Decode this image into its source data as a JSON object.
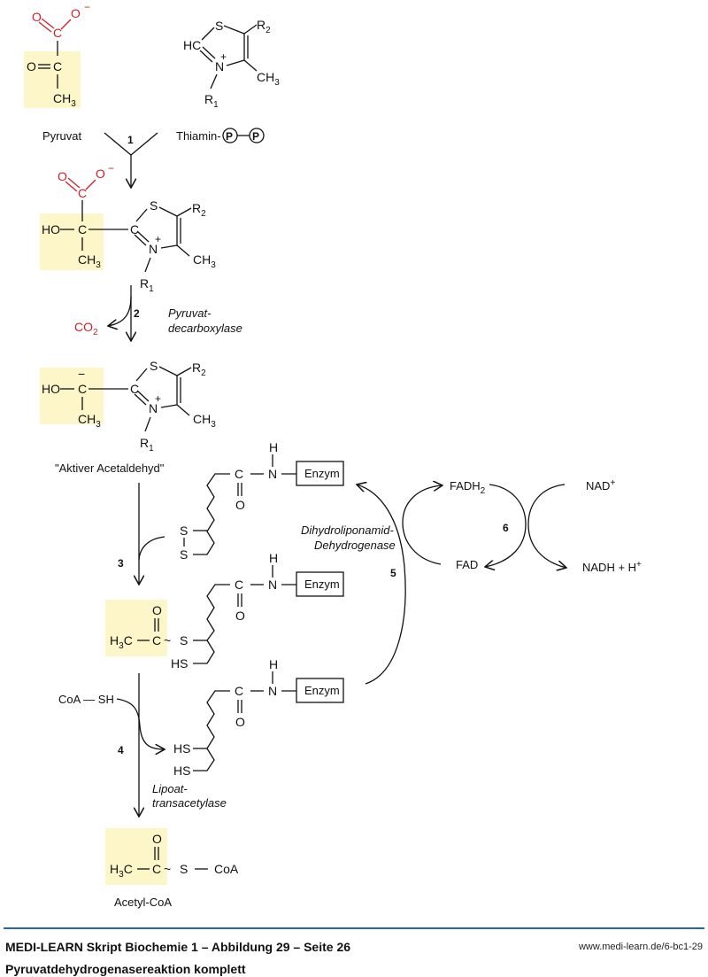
{
  "diagram": {
    "title": "Pyruvatdehydrogenasereaktion komplett",
    "colors": {
      "highlight": "#fdf6c9",
      "red": "#d0202a",
      "rule": "#2a63b0"
    },
    "molecules": {
      "pyruvat": {
        "name": "Pyruvat",
        "O": "O",
        "O_minus": "O",
        "charge_minus": "−",
        "C": "C",
        "CH3": "CH",
        "sub3": "3"
      },
      "thiamin": {
        "name": "Thiamin-",
        "P": "P",
        "S": "S",
        "HC": "HC",
        "N": "N",
        "plus": "+",
        "R1": "R",
        "R2": "R",
        "sub1": "1",
        "sub2": "2",
        "CH3": "CH",
        "sub3": "3"
      },
      "intermediate1": {
        "HO": "HO",
        "C": "C"
      },
      "aktiver_acetaldehyd": {
        "name": "\"Aktiver Acetaldehyd\""
      },
      "co2": {
        "text": "CO",
        "sub": "2"
      },
      "lipoamide": {
        "enzyme": "Enzym",
        "H": "H",
        "N": "N",
        "C": "C",
        "O": "O",
        "S": "S",
        "HS": "HS"
      },
      "acetyl": {
        "H3C": "H",
        "sub3": "3",
        "C_after": "C",
        "C": "C",
        "O": "O",
        "S": "S",
        "tilde": "~"
      },
      "coa_sh": {
        "text": "CoA — SH"
      },
      "acetyl_coa": {
        "name": "Acetyl-CoA",
        "CoA": "CoA"
      },
      "fadh2": {
        "text": "FADH",
        "sub": "2"
      },
      "fad": {
        "text": "FAD"
      },
      "nad": {
        "text": "NAD",
        "sup": "+"
      },
      "nadh": {
        "text": "NADH + H",
        "sup": "+"
      }
    },
    "steps": [
      "1",
      "2",
      "3",
      "4",
      "5",
      "6"
    ],
    "enzymes": {
      "pyruvat_decarboxylase": [
        "Pyruvat-",
        "decarboxylase"
      ],
      "dihydrolipoamid_dh": [
        "Dihydroliponamid-",
        "Dehydrogenase"
      ],
      "lipoat_transacetylase": [
        "Lipoat-",
        "transacetylase"
      ]
    }
  },
  "footer": {
    "line1": "MEDI-LEARN Skript Biochemie 1 – Abbildung 29 – Seite 26",
    "line2": "Pyruvatdehydrogenasereaktion komplett",
    "url": "www.medi-learn.de/6-bc1-29"
  }
}
